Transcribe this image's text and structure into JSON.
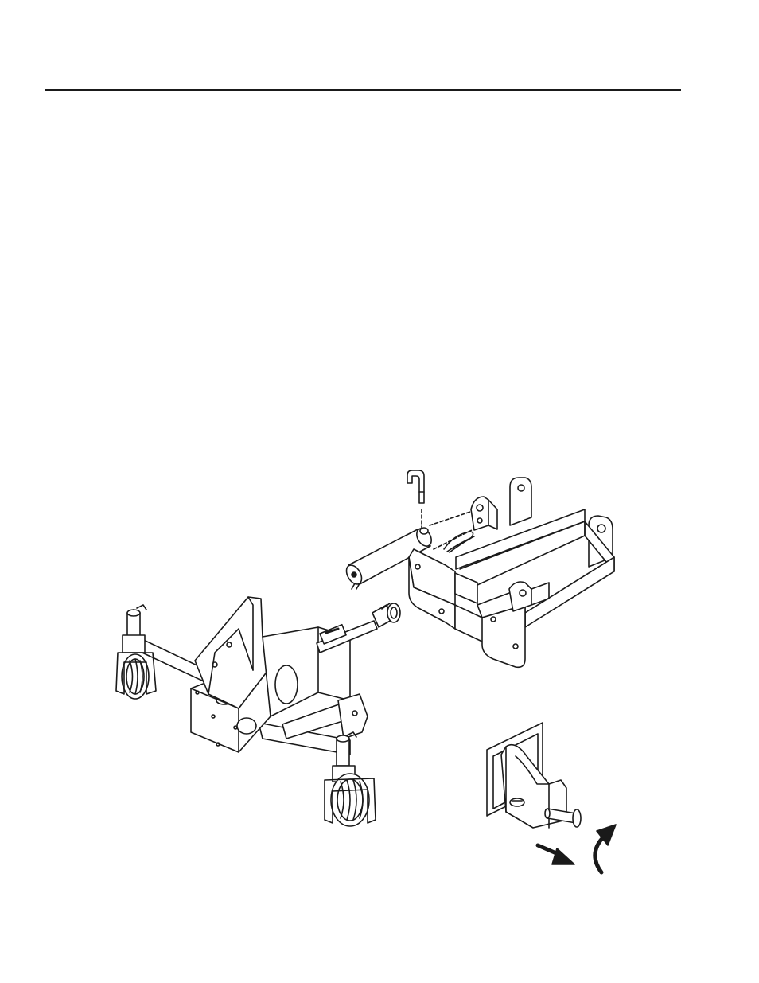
{
  "page": {
    "background": "#ffffff",
    "line_color": "#1a1a1a"
  },
  "illustrations": [
    {
      "name": "mower-deck-carrier",
      "description_icon": "mower-carrier-icon"
    },
    {
      "name": "hitch-frame-with-pin",
      "description_icon": "hitch-frame-icon"
    },
    {
      "name": "hitch-latch-detail",
      "description_icon": "latch-pin-icon"
    }
  ]
}
